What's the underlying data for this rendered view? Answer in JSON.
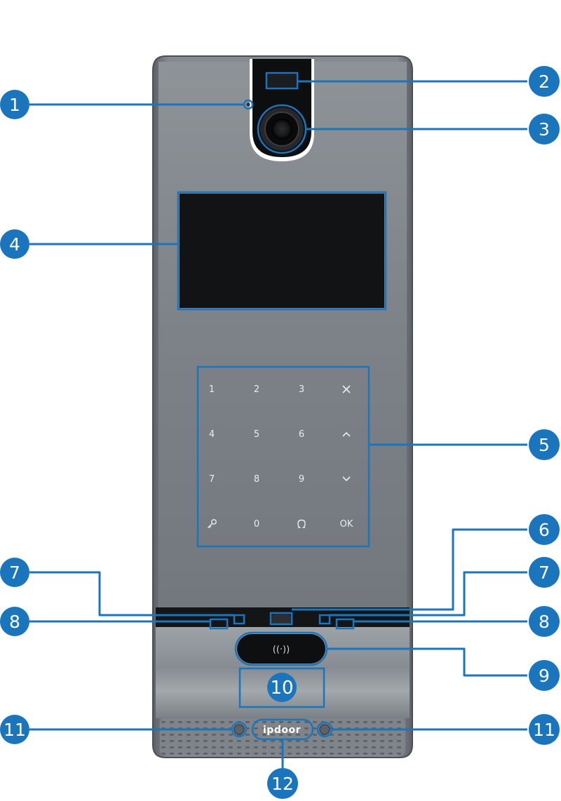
{
  "colors": {
    "accent": "#1b75bc",
    "panel_top": "#8c9196",
    "panel_bottom": "#6f757b",
    "panel_edge": "#5a5f64",
    "dark": "#111214",
    "key_text": "#e9ecef"
  },
  "callouts": [
    {
      "label": "1",
      "target": "microphone"
    },
    {
      "label": "2",
      "target": "light-sensor"
    },
    {
      "label": "3",
      "target": "camera"
    },
    {
      "label": "4",
      "target": "display-screen"
    },
    {
      "label": "5",
      "target": "touch-keypad"
    },
    {
      "label": "6",
      "target": "infrared-sensor"
    },
    {
      "label": "7",
      "target": "status-led-left"
    },
    {
      "label": "7",
      "target": "status-led-right"
    },
    {
      "label": "8",
      "target": "indicator-left"
    },
    {
      "label": "8",
      "target": "indicator-right"
    },
    {
      "label": "9",
      "target": "rfid-reader"
    },
    {
      "label": "11",
      "target": "screw-left"
    },
    {
      "label": "11",
      "target": "screw-right"
    },
    {
      "label": "12",
      "target": "speaker-logo"
    }
  ],
  "area_label": "10",
  "keypad": {
    "keys": [
      {
        "label": "1"
      },
      {
        "label": "2"
      },
      {
        "label": "3"
      },
      {
        "label": "",
        "icon": "close-icon"
      },
      {
        "label": "4"
      },
      {
        "label": "5"
      },
      {
        "label": "6"
      },
      {
        "label": "",
        "icon": "chevron-up-icon"
      },
      {
        "label": "7"
      },
      {
        "label": "8"
      },
      {
        "label": "9"
      },
      {
        "label": "",
        "icon": "chevron-down-icon"
      },
      {
        "label": "",
        "icon": "key-icon"
      },
      {
        "label": "0"
      },
      {
        "label": "",
        "icon": "bell-icon"
      },
      {
        "label": "OK"
      }
    ]
  },
  "rfid_symbol": "((·))",
  "brand": "ipdoor"
}
